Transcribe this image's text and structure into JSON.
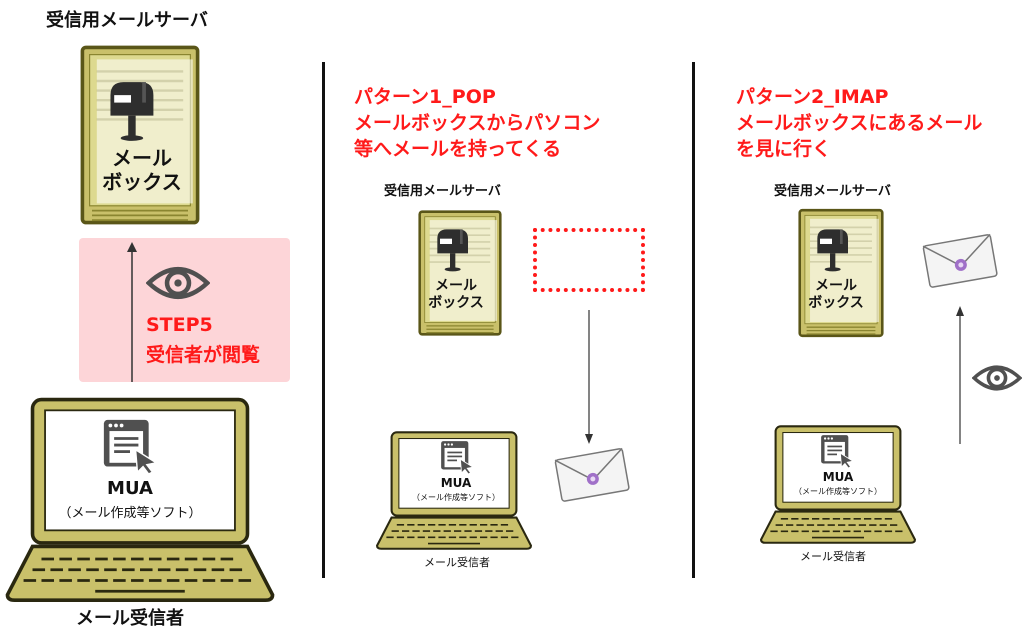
{
  "panel1": {
    "server_title": "受信用メールサーバ",
    "mailbox_line1": "メール",
    "mailbox_line2": "ボックス",
    "step_title": "STEP5",
    "step_desc": "受信者が閲覧",
    "mua_title": "MUA",
    "mua_sub": "（メール作成等ソフト）",
    "receiver_label": "メール受信者"
  },
  "panel2": {
    "heading_line1": "パターン1_POP",
    "heading_line2": "メールボックスからパソコン",
    "heading_line3": "等へメールを持ってくる",
    "server_title": "受信用メールサーバ",
    "mailbox_line1": "メール",
    "mailbox_line2": "ボックス",
    "mua_title": "MUA",
    "mua_sub": "（メール作成等ソフト）",
    "receiver_label": "メール受信者"
  },
  "panel3": {
    "heading_line1": "パターン2_IMAP",
    "heading_line2": "メールボックスにあるメール",
    "heading_line3": "を見に行く",
    "server_title": "受信用メールサーバ",
    "mailbox_line1": "メール",
    "mailbox_line2": "ボックス",
    "mua_title": "MUA",
    "mua_sub": "（メール作成等ソフト）",
    "receiver_label": "メール受信者"
  },
  "colors": {
    "server_body": "#c9c06a",
    "server_outline": "#5a5618",
    "laptop_body": "#c9c06a",
    "highlight_bg": "#fdd5d8",
    "accent_red": "#ff1a1a",
    "icon_gray": "#505050",
    "envelope_seal": "#a070c8"
  }
}
